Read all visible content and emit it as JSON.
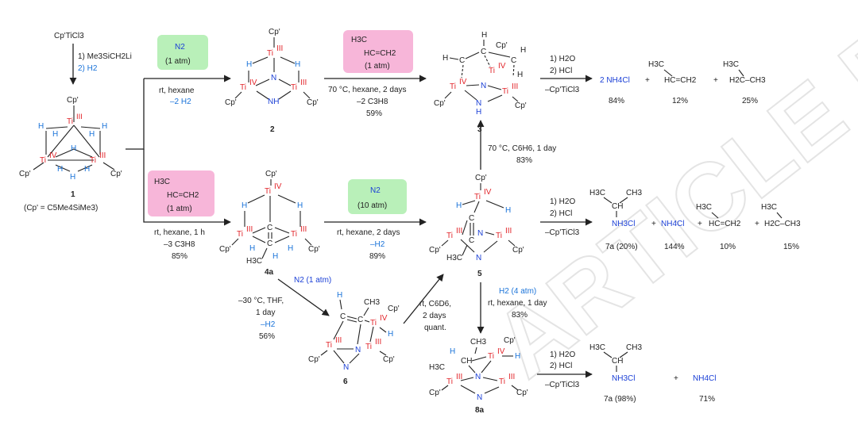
{
  "watermark": "ARTICLE PREVIEW",
  "colors": {
    "titanium": "#e2262b",
    "hydrogen": "#1a73d9",
    "nitrogen": "#1a3fd6",
    "n2_box": "#b9f0b9",
    "alkene_box": "#f7b6d9"
  },
  "start": {
    "reagent": "Cp'TiCl3",
    "step1": "1) Me3SiCH2Li",
    "step2": "2) H2"
  },
  "c1": {
    "cp": "Cp'",
    "ti3": "Ti",
    "ti3_ox": "III",
    "ti4": "Ti",
    "ti4_ox": "IV",
    "h": "H",
    "label": "1",
    "def": "(Cp' = C5Me4SiMe3)"
  },
  "r12": {
    "box1": "N2",
    "box2": "(1 atm)",
    "c1": "rt, hexane",
    "c2": "–2 H2"
  },
  "c2": {
    "n": "N",
    "nh": "NH",
    "label": "2"
  },
  "r23": {
    "box1": "H3C",
    "box2": "HC=CH2",
    "box3": "(1 atm)",
    "c1": "70 °C, hexane, 2 days",
    "c2": "–2 C3H8",
    "c3": "59%"
  },
  "c3": {
    "label": "3",
    "h": "H",
    "c": "C"
  },
  "w3": {
    "s1": "1) H2O",
    "s2": "2) HCl",
    "s3": "–Cp'TiCl3"
  },
  "p3": {
    "nh4": "2 NH4Cl",
    "ethene_top": "H3C",
    "ethene": "HC=CH2",
    "propane_top": "H3C",
    "propane": "H2C–CH3",
    "y1": "84%",
    "y2": "12%",
    "y3": "25%"
  },
  "r14": {
    "box1": "H3C",
    "box2": "HC=CH2",
    "box3": "(1 atm)",
    "c1": "rt, hexane, 1 h",
    "c2": "–3 C3H8",
    "c3": "85%"
  },
  "c4": {
    "label": "4a",
    "me": "H3C"
  },
  "r45": {
    "box1": "N2",
    "box2": "(10 atm)",
    "c1": "rt, hexane, 2 days",
    "c2": "–H2",
    "c3": "89%"
  },
  "c5": {
    "label": "5"
  },
  "r53": {
    "c1": "70 °C, C6H6, 1 day",
    "c2": "83%"
  },
  "w5": {
    "s1": "1) H2O",
    "s2": "2) HCl",
    "s3": "–Cp'TiCl3"
  },
  "p5": {
    "ipr": "H3C",
    "ipr2": "CH3",
    "amine": "NH3Cl",
    "nh4": "NH4Cl",
    "y7a": "7a (20%)",
    "y_nh4": "144%",
    "y_prop": "10%",
    "y_propane": "15%"
  },
  "r46": {
    "n2": "N2 (1 atm)",
    "c1": "–30 °C, THF,",
    "c2": "1 day",
    "c3": "–H2",
    "c4": "56%"
  },
  "c6": {
    "label": "6",
    "ch3": "CH3"
  },
  "r65": {
    "c1": "rt, C6D6,",
    "c2": "2 days",
    "c3": "quant."
  },
  "r58": {
    "c1": "H2 (4 atm)",
    "c2": "rt, hexane, 1 day",
    "c3": "83%"
  },
  "c8": {
    "label": "8a"
  },
  "w8": {
    "s1": "1) H2O",
    "s2": "2) HCl",
    "s3": "–Cp'TiCl3"
  },
  "p8": {
    "y7a": "7a (98%)",
    "nh4": "NH4Cl",
    "y_nh4": "71%"
  }
}
